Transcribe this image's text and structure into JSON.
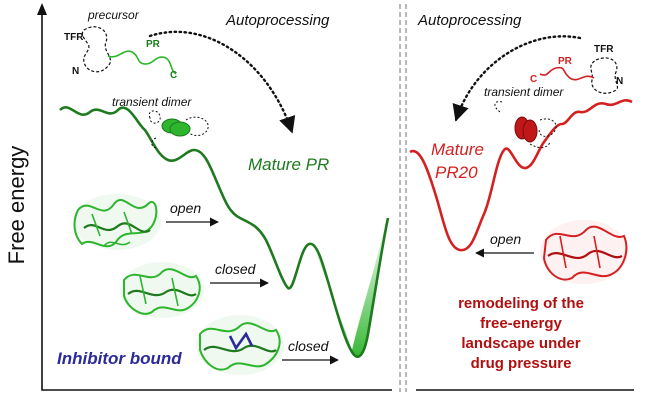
{
  "axis": {
    "ylabel": "Free energy"
  },
  "left": {
    "precursor": "precursor",
    "autoprocessing": "Autoprocessing",
    "tfr": "TFR",
    "n": "N",
    "pr": "PR",
    "c": "C",
    "transient_dimer": "transient dimer",
    "mature": "Mature PR",
    "open": "open",
    "closed_1": "closed",
    "closed_2": "closed",
    "inhibitor": "Inhibitor bound"
  },
  "right": {
    "autoprocessing": "Autoprocessing",
    "tfr": "TFR",
    "n": "N",
    "pr": "PR",
    "c": "C",
    "transient_dimer": "transient dimer",
    "mature_line1": "Mature",
    "mature_line2": "PR20",
    "open": "open",
    "remodel_lines": [
      "remodeling of the",
      "free-energy",
      "landscape under",
      "drug pressure"
    ]
  },
  "colors": {
    "green": "#1f7a1f",
    "bright_green": "#2db52d",
    "red": "#d42020",
    "dark_red": "#b01010",
    "blue": "#2a2a9a",
    "black": "#111111"
  }
}
